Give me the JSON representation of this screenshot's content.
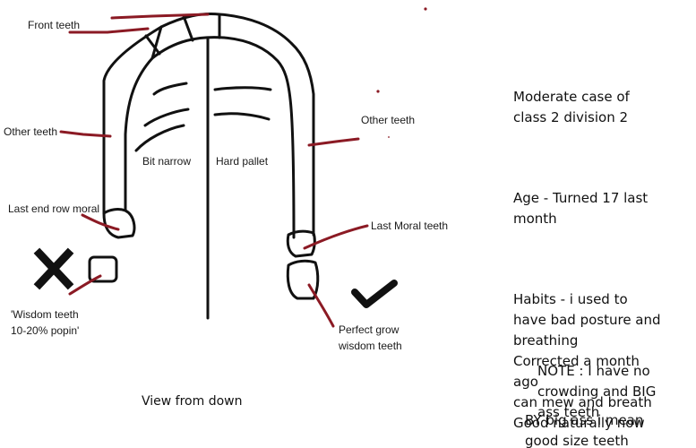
{
  "labels": {
    "front_teeth": "Front teeth",
    "other_teeth_left": "Other teeth",
    "other_teeth_right": "Other teeth",
    "bit_narrow": "Bit narrow",
    "hard_pallet": "Hard pallet",
    "last_end_row_moral": "Last end row moral",
    "last_moral_teeth": "Last Moral teeth",
    "wisdom_teeth_left": "'Wisdom teeth\n10-20% popin'",
    "perfect_grow": "Perfect grow\nwisdom teeth",
    "view_from_down": "View from down"
  },
  "notes": {
    "case": "Moderate case of\nclass 2 division 2",
    "age": "Age - Turned 17 last\nmonth",
    "habits": "Habits - i used to\nhave bad posture and\nbreathing\nCorrected a month\nago\ncan mew and breath\nGood naturally now",
    "note_crowding": "NOTE : I have no\ncrowding and BIG\nass teeth",
    "note_big": "BY big ass i mean\ngood size teeth"
  },
  "colors": {
    "ink": "#111111",
    "marker": "#8b1a24"
  },
  "icons": {
    "wrong": "cross-icon",
    "right": "check-icon"
  }
}
